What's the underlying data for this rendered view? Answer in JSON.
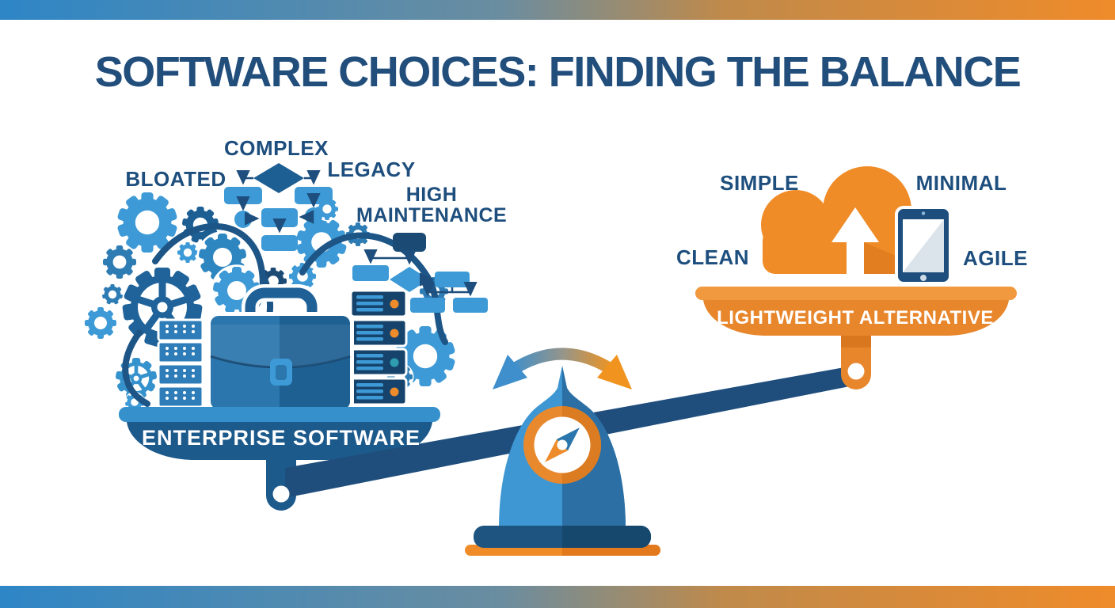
{
  "title": "SOFTWARE CHOICES: FINDING THE BALANCE",
  "left_side": {
    "tags": [
      "BLOATED",
      "COMPLEX",
      "LEGACY",
      "HIGH MAINTENANCE"
    ],
    "pan_label": "ENTERPRISE SOFTWARE",
    "icons": [
      "gears-icon",
      "flowchart-icon",
      "server-rack-icon",
      "briefcase-icon"
    ]
  },
  "right_side": {
    "tags": [
      "SIMPLE",
      "MINIMAL",
      "CLEAN",
      "AGILE"
    ],
    "pan_label": "LIGHTWEIGHT ALTERNATIVE",
    "icons": [
      "cloud-upload-icon",
      "tablet-icon"
    ]
  },
  "center": {
    "icons": [
      "balance-scale-icon",
      "compass-dial-icon",
      "swap-arrows-icon"
    ]
  },
  "colors": {
    "heading_navy": "#1d4e7d",
    "blue": "#3d9ad6",
    "blue_mid": "#2e7cb4",
    "blue_dark": "#1d5e93",
    "navy": "#1b4a74",
    "orange": "#ee8b2b",
    "orange_dark": "#e8862c",
    "orange_light": "#f0993f",
    "teal": "#2e9db0",
    "bar_gradient_left": "#2e86c6",
    "bar_gradient_right": "#ef8b2a"
  }
}
